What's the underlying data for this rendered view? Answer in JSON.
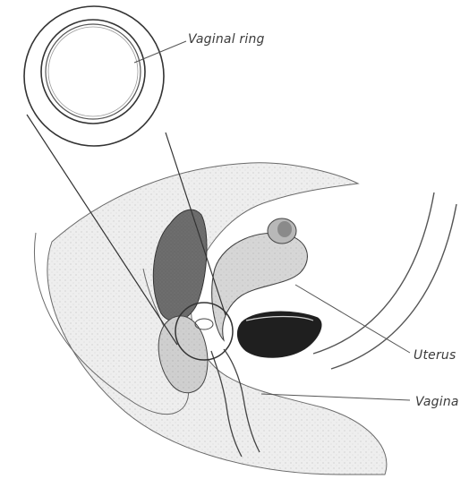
{
  "labels": {
    "ring": "Vaginal ring",
    "uterus": "Uterus",
    "vagina": "Vagina"
  },
  "colors": {
    "line": "#444444",
    "tissue_light": "#e6e6e6",
    "tissue_mid": "#cfcfcf",
    "tissue_dark": "#8a8a8a",
    "cavity_dark": "#1f1f1f",
    "background": "#ffffff"
  }
}
